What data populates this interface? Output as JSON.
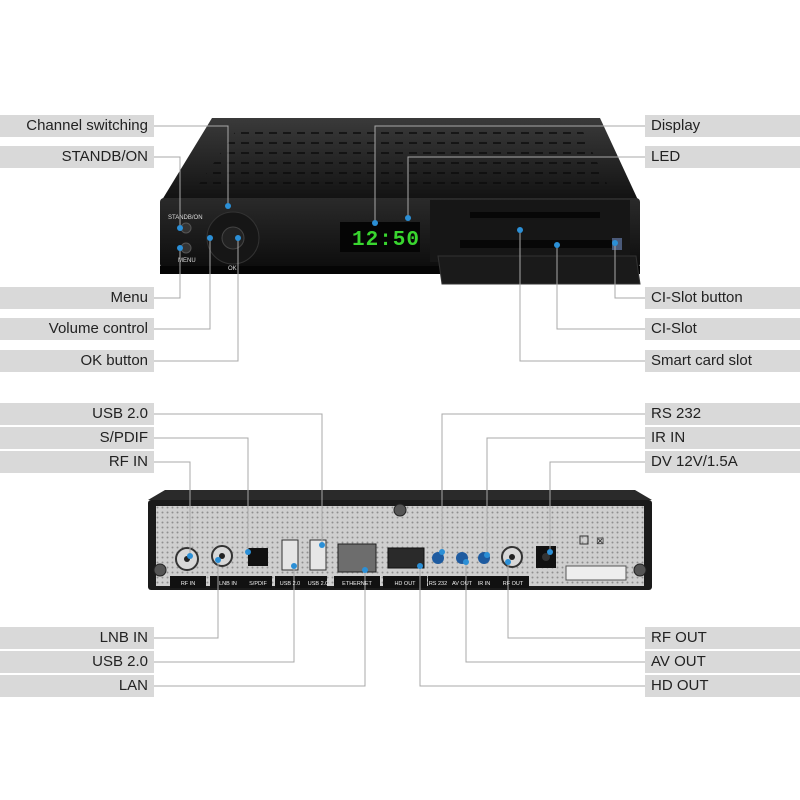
{
  "front": {
    "display_time": "12:50",
    "panel_text": {
      "standby": "STANDB/ON",
      "menu": "MENU",
      "ok": "OK"
    },
    "callouts_left": [
      {
        "label": "Channel switching"
      },
      {
        "label": "STANDB/ON"
      },
      {
        "label": "Menu"
      },
      {
        "label": "Volume control"
      },
      {
        "label": "OK button"
      }
    ],
    "callouts_right": [
      {
        "label": "Display"
      },
      {
        "label": "LED"
      },
      {
        "label": "CI-Slot button"
      },
      {
        "label": "CI-Slot"
      },
      {
        "label": "Smart card slot"
      }
    ]
  },
  "rear": {
    "port_labels": [
      "RF IN",
      "LNB IN",
      "S/PDIF",
      "USB 2.0",
      "USB 2.0",
      "ETHERNET",
      "HD OUT",
      "RS 232",
      "AV OUT",
      "IR IN",
      "RF OUT"
    ],
    "callouts_left_top": [
      {
        "label": "USB 2.0"
      },
      {
        "label": "S/PDIF"
      },
      {
        "label": "RF IN"
      }
    ],
    "callouts_right_top": [
      {
        "label": "RS 232"
      },
      {
        "label": "IR IN"
      },
      {
        "label": "DV 12V/1.5A"
      }
    ],
    "callouts_left_bottom": [
      {
        "label": "LNB IN"
      },
      {
        "label": "USB 2.0"
      },
      {
        "label": "LAN"
      }
    ],
    "callouts_right_bottom": [
      {
        "label": "RF OUT"
      },
      {
        "label": "AV OUT"
      },
      {
        "label": "HD OUT"
      }
    ]
  },
  "colors": {
    "label_bg": "#d9d9d9",
    "leader": "#a8a8a8",
    "dot": "#2b8fd6",
    "display_digits": "#39d62f",
    "device_body": "#1a1a1a",
    "rear_panel": "#c9c9c9"
  }
}
